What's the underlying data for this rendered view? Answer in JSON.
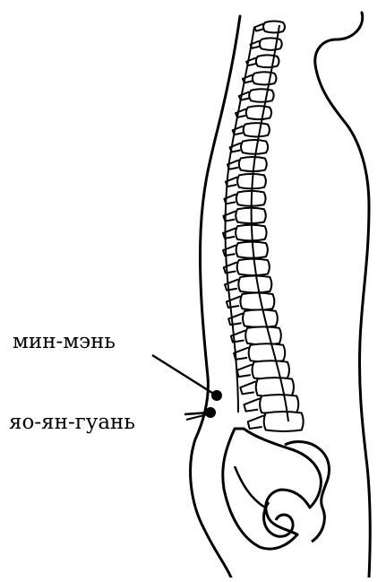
{
  "figure": {
    "subject": "lateral-view-torso-spine",
    "points": [
      {
        "label": "мин-мэнь"
      },
      {
        "label": "яо-ян-гуань"
      }
    ],
    "colors": {
      "ink": "#000000",
      "background": "#ffffff"
    }
  }
}
